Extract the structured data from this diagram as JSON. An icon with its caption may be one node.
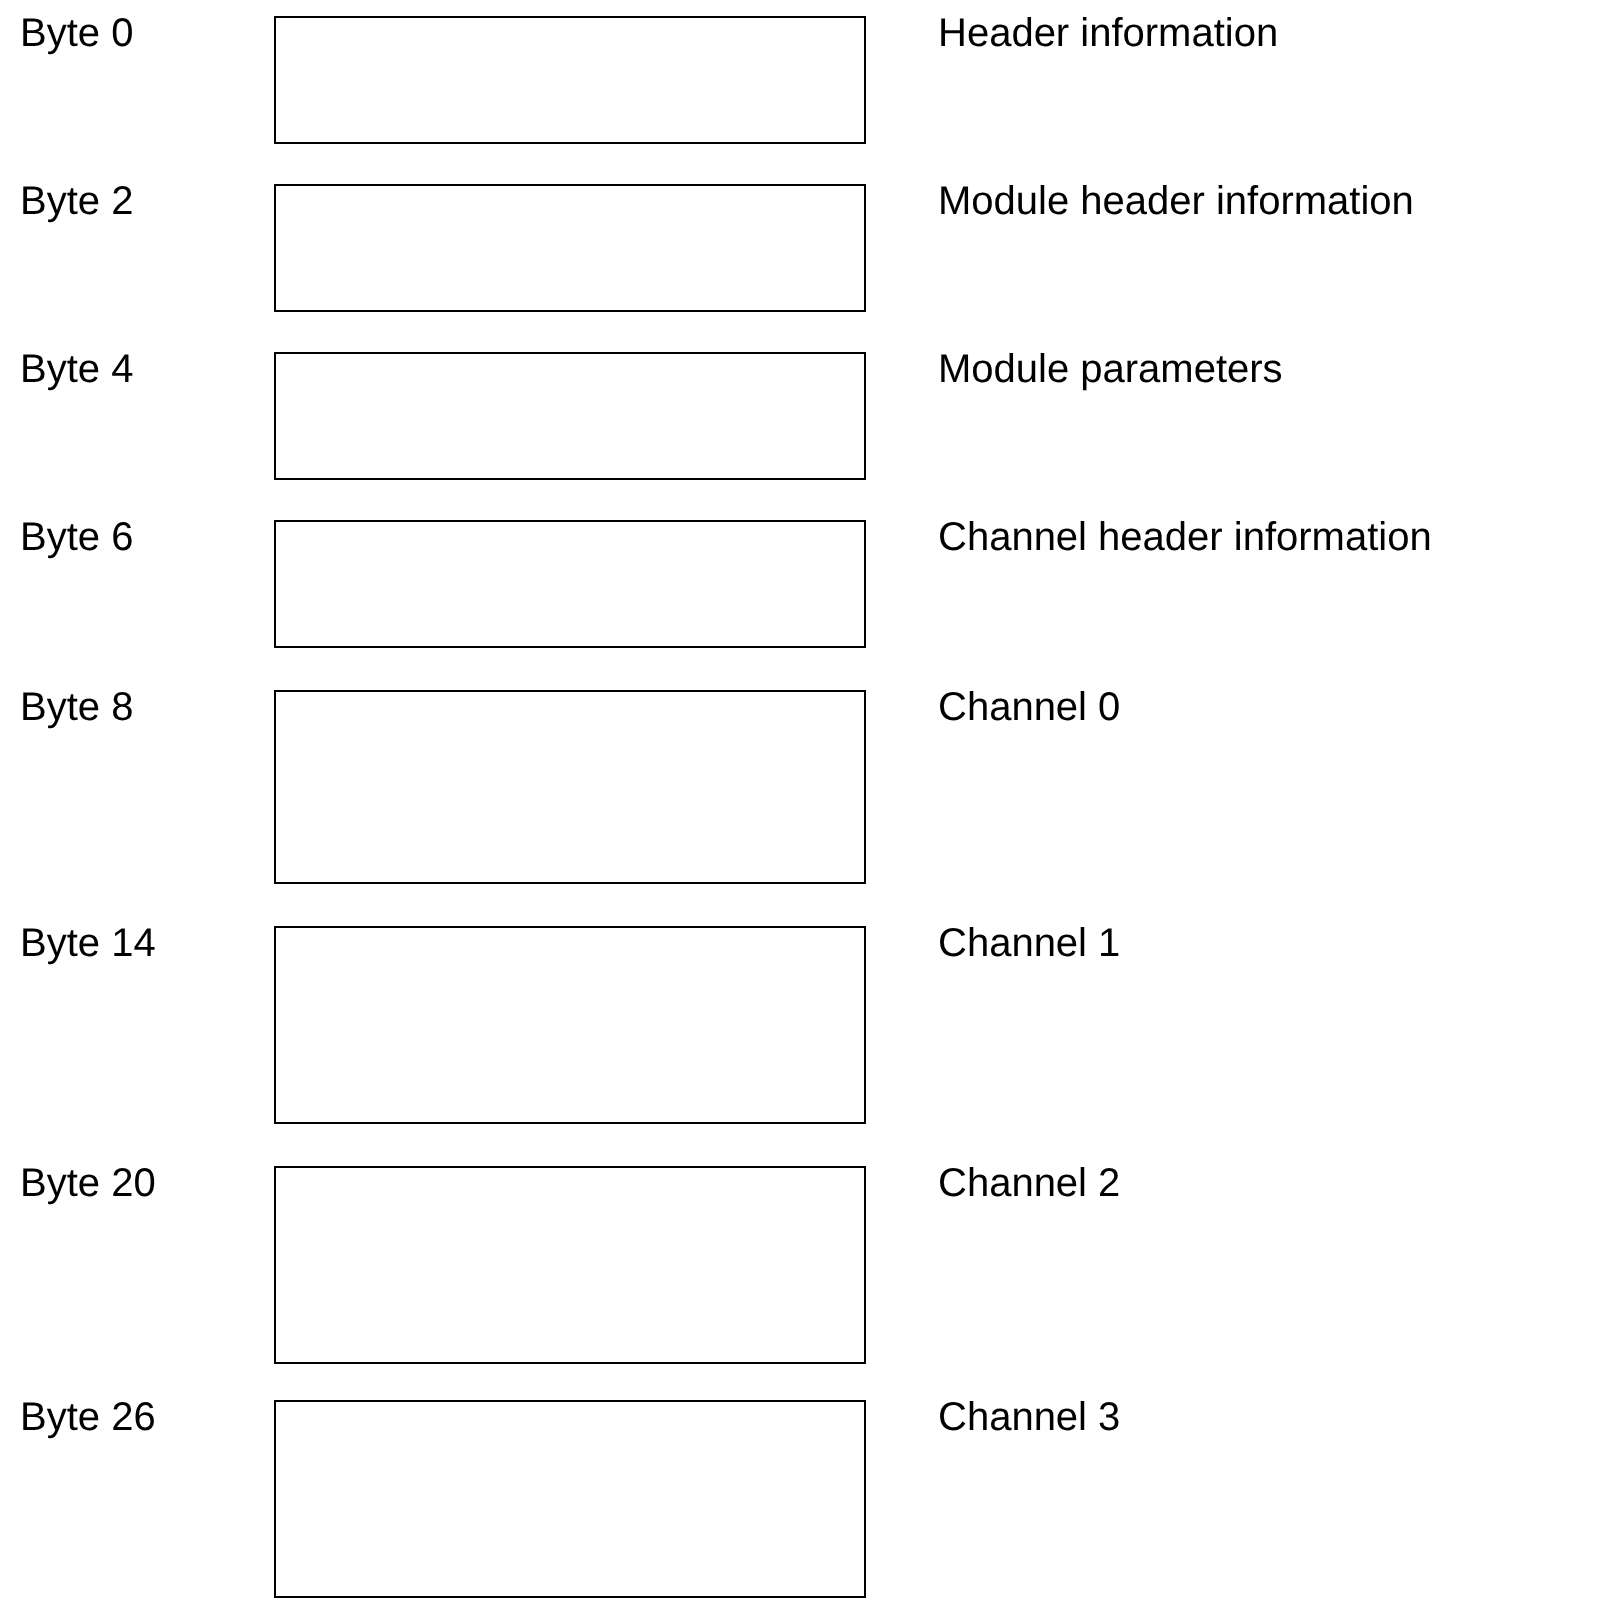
{
  "diagram": {
    "nodes": [
      {
        "text": [],
        "shape": "box",
        "beside": [
          "Byte 0",
          "Header information"
        ]
      },
      {
        "text": [],
        "shape": "box",
        "beside": [
          "Byte 2",
          "Module header information"
        ]
      },
      {
        "text": [],
        "shape": "box",
        "beside": [
          "Byte 4",
          "Module parameters"
        ]
      },
      {
        "text": [],
        "shape": "box",
        "beside": [
          "Byte 6",
          "Channel header information"
        ]
      },
      {
        "text": [],
        "shape": "box",
        "beside": [
          "Byte 8",
          "Channel 0"
        ]
      },
      {
        "text": [],
        "shape": "box",
        "beside": [
          "Byte 14",
          "Channel 1"
        ]
      },
      {
        "text": [],
        "shape": "box",
        "beside": [
          "Byte 20",
          "Channel 2"
        ]
      },
      {
        "text": [],
        "shape": "box",
        "beside": [
          "Byte 26",
          "Channel 3"
        ]
      }
    ]
  }
}
